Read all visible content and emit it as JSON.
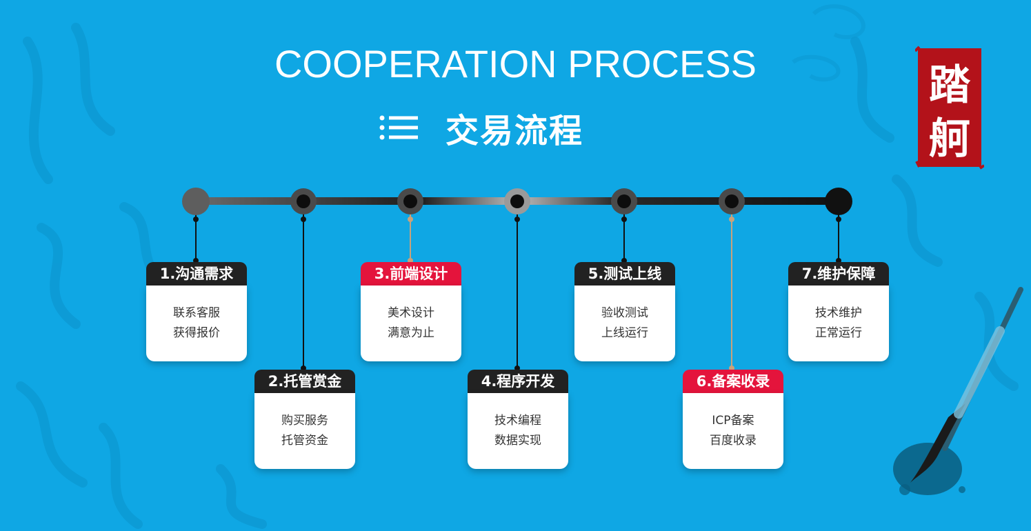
{
  "title": "COOPERATION PROCESS",
  "subtitle": "交易流程",
  "seal_text": [
    "踏",
    "舸"
  ],
  "colors": {
    "background": "#0fa7e4",
    "dark_header": "#222222",
    "red_header": "#e4143c",
    "card": "#ffffff",
    "connector_tan": "#c8a27c"
  },
  "steps": [
    {
      "label": "1.沟通需求",
      "lines": [
        "联系客服",
        "获得报价"
      ],
      "accent": "dark"
    },
    {
      "label": "2.托管赏金",
      "lines": [
        "购买服务",
        "托管资金"
      ],
      "accent": "dark"
    },
    {
      "label": "3.前端设计",
      "lines": [
        "美术设计",
        "满意为止"
      ],
      "accent": "red"
    },
    {
      "label": "4.程序开发",
      "lines": [
        "技术编程",
        "数据实现"
      ],
      "accent": "dark"
    },
    {
      "label": "5.测试上线",
      "lines": [
        "验收测试",
        "上线运行"
      ],
      "accent": "dark"
    },
    {
      "label": "6.备案收录",
      "lines": [
        "ICP备案",
        "百度收录"
      ],
      "accent": "red"
    },
    {
      "label": "7.维护保障",
      "lines": [
        "技术维护",
        "正常运行"
      ],
      "accent": "dark"
    }
  ]
}
